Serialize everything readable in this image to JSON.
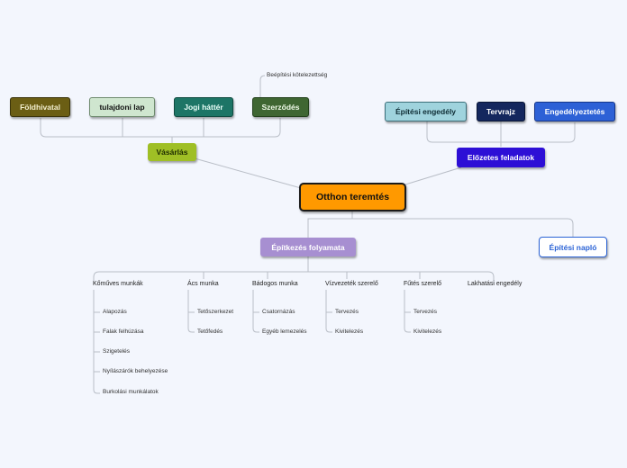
{
  "colors": {
    "line": "#b9bec7",
    "center": "#ff9900",
    "foldhivatal": "#6b5e14",
    "tulajdoni": "#cfe6cf",
    "jogi": "#1d7566",
    "szerzodes": "#3f6632",
    "vasarlas": "#9fbf25",
    "epitesi_engedely": "#9fd3dd",
    "tervrajz": "#14275e",
    "engedelyeztetes": "#2d61d6",
    "elozetes": "#2d0fd6",
    "folyamat": "#a78fd1",
    "naplo_border": "#2b63d6"
  },
  "center": {
    "label": "Otthon teremtés"
  },
  "vasarlas": {
    "label": "Vásárlás",
    "children": [
      "Földhivatal",
      "tulajdoni lap",
      "Jogi háttér",
      "Szerződés"
    ],
    "szerzodes_note": "Beépítési kötelezettség"
  },
  "elozetes": {
    "label": "Előzetes feladatok",
    "children": [
      "Építési engedély",
      "Tervrajz",
      "Engedélyeztetés"
    ]
  },
  "folyamat": {
    "label": "Építkezés folyamata",
    "groups": [
      {
        "title": "Kőműves munkák",
        "items": [
          "Alapozás",
          "Falak felhúzása",
          "Szigetelés",
          "Nyílászárók behelyezése",
          "Burkolási munkálatok"
        ]
      },
      {
        "title": "Ács munka",
        "items": [
          "Tetőszerkezet",
          "Tetőfedés"
        ]
      },
      {
        "title": "Bádogos munka",
        "items": [
          "Csatornázás",
          "Egyéb lemezelés"
        ]
      },
      {
        "title": "Vízvezeték szerelő",
        "items": [
          "Tervezés",
          "Kivitelezés"
        ]
      },
      {
        "title": "Fűtés szerelő",
        "items": [
          "Tervezés",
          "Kivitelezés"
        ]
      },
      {
        "title": "Lakhatási engedély",
        "items": []
      }
    ]
  },
  "naplo": {
    "label": "Építési napló"
  }
}
